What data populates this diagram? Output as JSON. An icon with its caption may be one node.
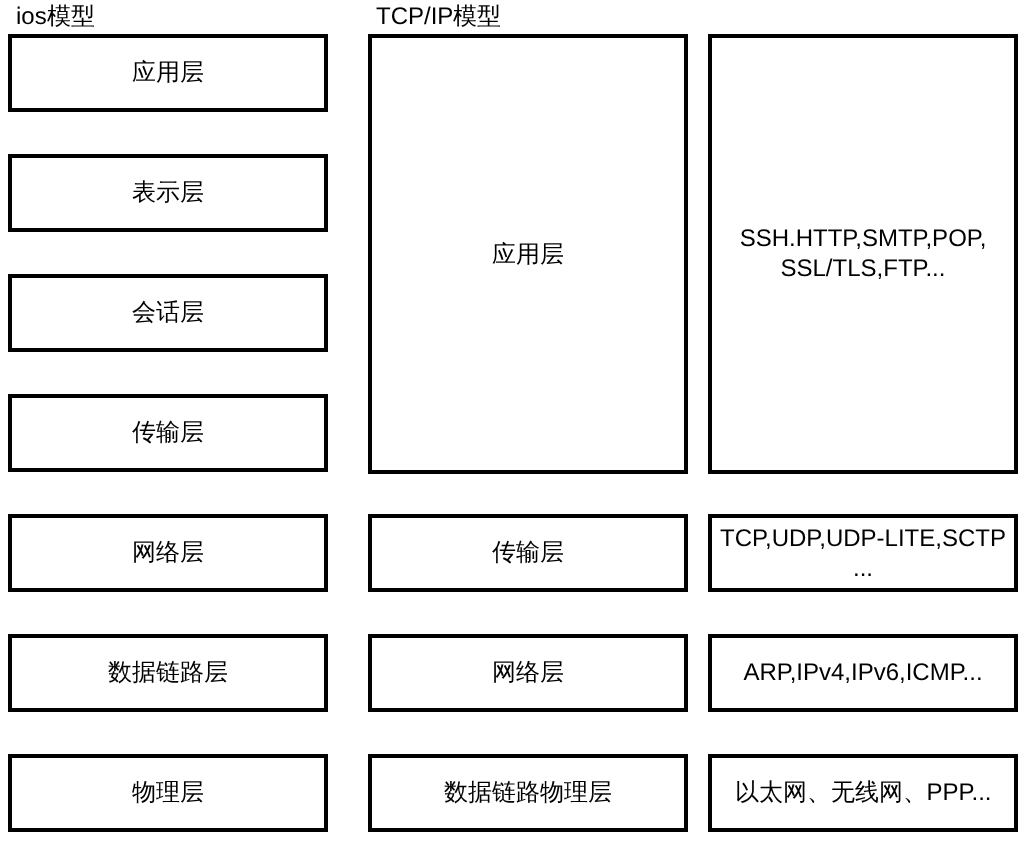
{
  "diagram": {
    "nodes": [
      {
        "text": [
          "应用层"
        ]
      },
      {
        "text": [
          "表示层"
        ]
      },
      {
        "text": [
          "会话层"
        ]
      },
      {
        "text": [
          "传输层"
        ]
      },
      {
        "text": [
          "网络层"
        ]
      },
      {
        "text": [
          "数据链路层"
        ]
      },
      {
        "text": [
          "物理层"
        ]
      },
      {
        "text": [
          "应用层"
        ]
      },
      {
        "text": [
          "SSH.HTTP,SMTP,POP, SSL/TLS,FTP..."
        ]
      },
      {
        "text": [
          "传输层"
        ]
      },
      {
        "text": [
          "TCP,UDP,UDP-LITE,SCTP ..."
        ]
      },
      {
        "text": [
          "网络层"
        ]
      },
      {
        "text": [
          "ARP,IPv4,IPv6,ICMP..."
        ]
      },
      {
        "text": [
          "数据链路物理层"
        ]
      },
      {
        "text": [
          "以太网、无线网、PPP..."
        ]
      }
    ],
    "edges": [],
    "labels": [
      "ios模型",
      "TCP/IP模型"
    ]
  }
}
